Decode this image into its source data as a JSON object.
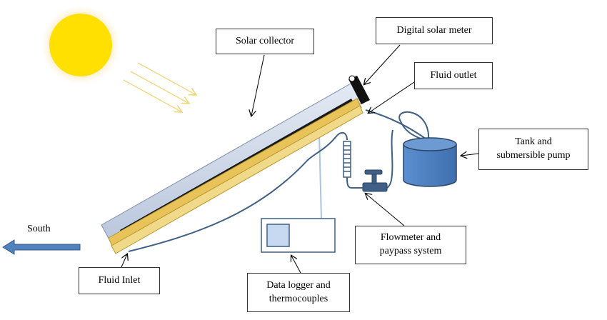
{
  "labels": {
    "solar_collector": "Solar collector",
    "digital_solar_meter": "Digital solar meter",
    "fluid_outlet": "Fluid outlet",
    "tank_line1": "Tank and",
    "tank_line2": "submersible pump",
    "flowmeter_line1": "Flowmeter and",
    "flowmeter_line2": "paypass system",
    "data_logger_line1": "Data logger and",
    "data_logger_line2": "thermocouples",
    "fluid_inlet": "Fluid Inlet",
    "south": "South"
  },
  "colors": {
    "sun_core": "#ffe000",
    "sun_glow": "#ffd27a",
    "sun_rays": "#f0d77a",
    "collector_gold": "#e8c35a",
    "collector_glass": "#c8d4e8",
    "absorber": "#1a1a1a",
    "pipe": "#3f5f84",
    "tank_fill": "#4f81bd",
    "south_arrow": "#4f81bd",
    "logger_screen": "#c6d9f1"
  }
}
